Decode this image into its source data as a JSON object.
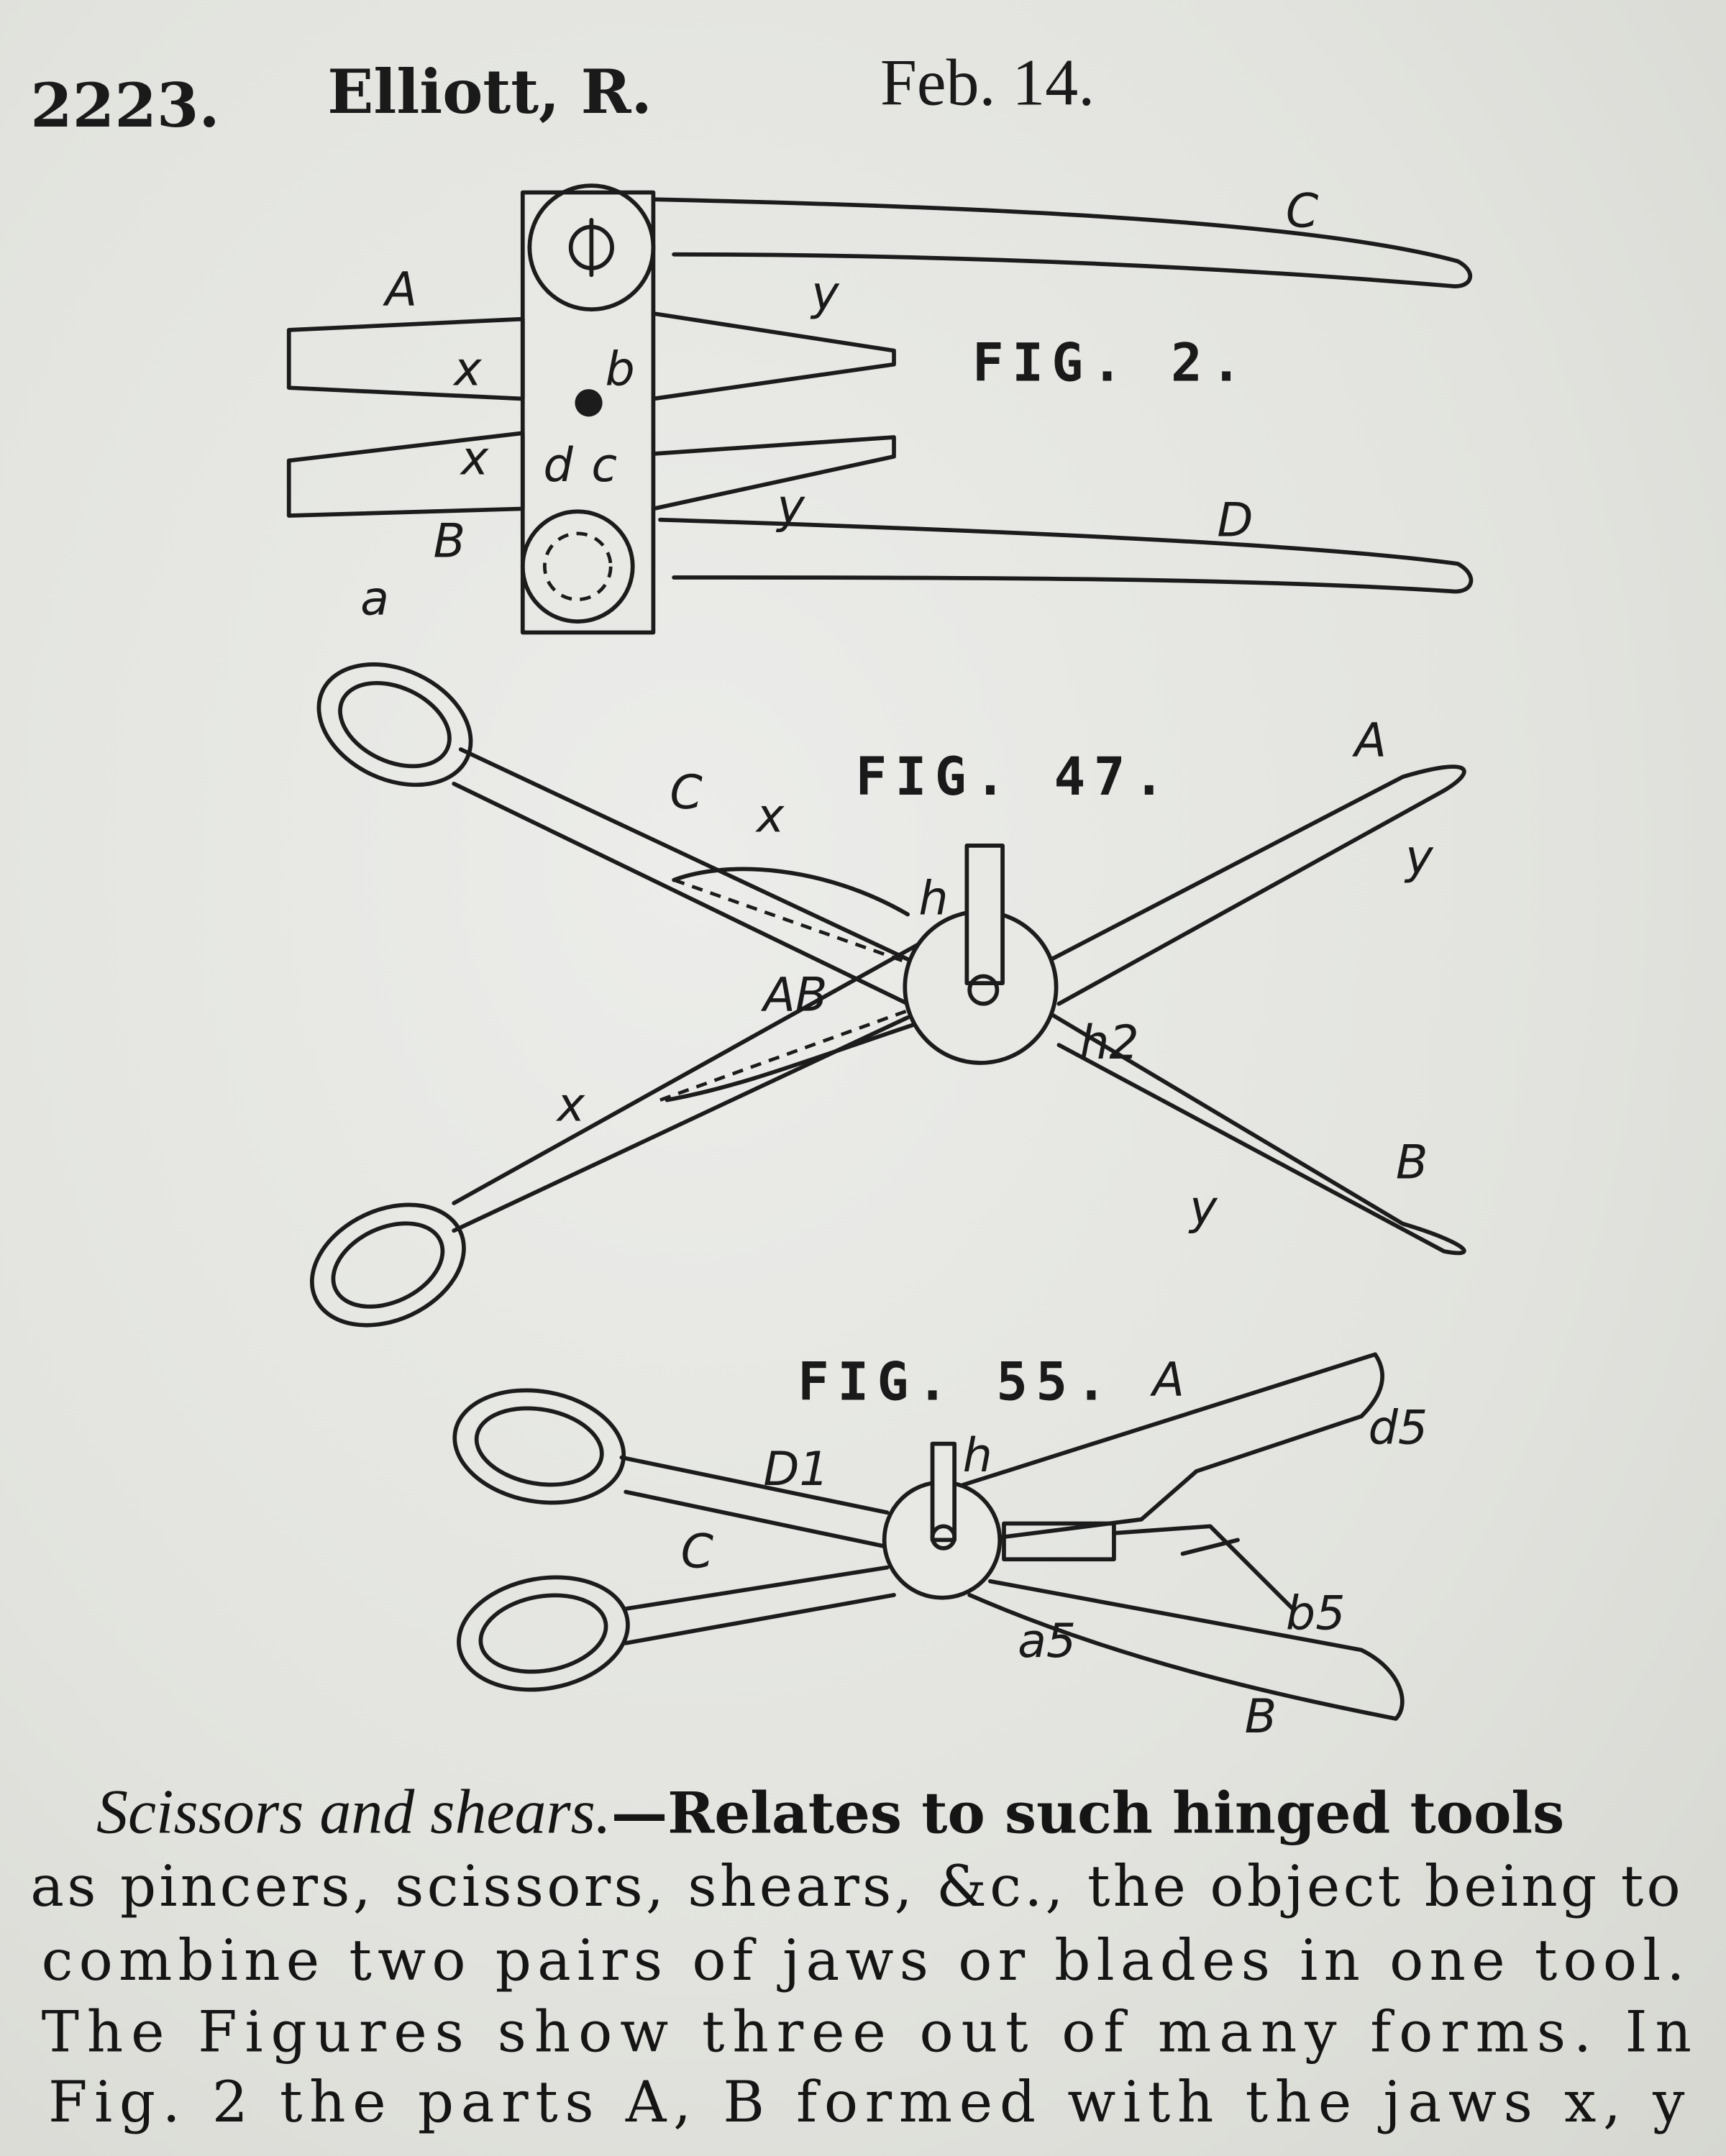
{
  "header": {
    "number": "2223.",
    "name": "Elliott, R.",
    "date": "Feb. 14."
  },
  "figures": [
    {
      "caption": "FIG. 2.",
      "labels": [
        "A",
        "B",
        "C",
        "D",
        "x",
        "x",
        "y",
        "y",
        "b",
        "c",
        "d",
        "a"
      ]
    },
    {
      "caption": "FIG. 47.",
      "labels": [
        "A",
        "B",
        "C",
        "x",
        "x",
        "y",
        "y",
        "h",
        "h2",
        "AB"
      ]
    },
    {
      "caption": "FIG. 55.",
      "labels": [
        "A",
        "B",
        "C",
        "D1",
        "h",
        "d5",
        "b5",
        "a5"
      ]
    }
  ],
  "body": {
    "title": "Scissors and shears.",
    "lines": [
      "—Relates to such hinged tools",
      "as pincers, scissors, shears, &c., the object being to",
      "combine two pairs of jaws or blades in one tool.",
      "The Figures show three out of many forms. In",
      "Fig. 2 the parts A, B formed with the jaws x, y"
    ]
  }
}
